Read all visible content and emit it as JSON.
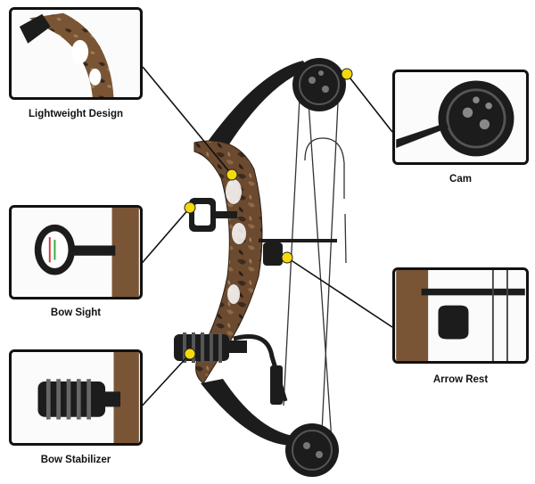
{
  "callouts": [
    {
      "id": "lightweight-design",
      "label": "Lightweight Design"
    },
    {
      "id": "cam",
      "label": "Cam"
    },
    {
      "id": "bow-sight",
      "label": "Bow Sight"
    },
    {
      "id": "arrow-rest",
      "label": "Arrow Rest"
    },
    {
      "id": "bow-stabilizer",
      "label": "Bow Stabilizer"
    }
  ],
  "colors": {
    "marker": "#f5d90a",
    "frame": "#111111",
    "camo_base": "#6b4a30",
    "bow_dark": "#1c1c1c"
  }
}
